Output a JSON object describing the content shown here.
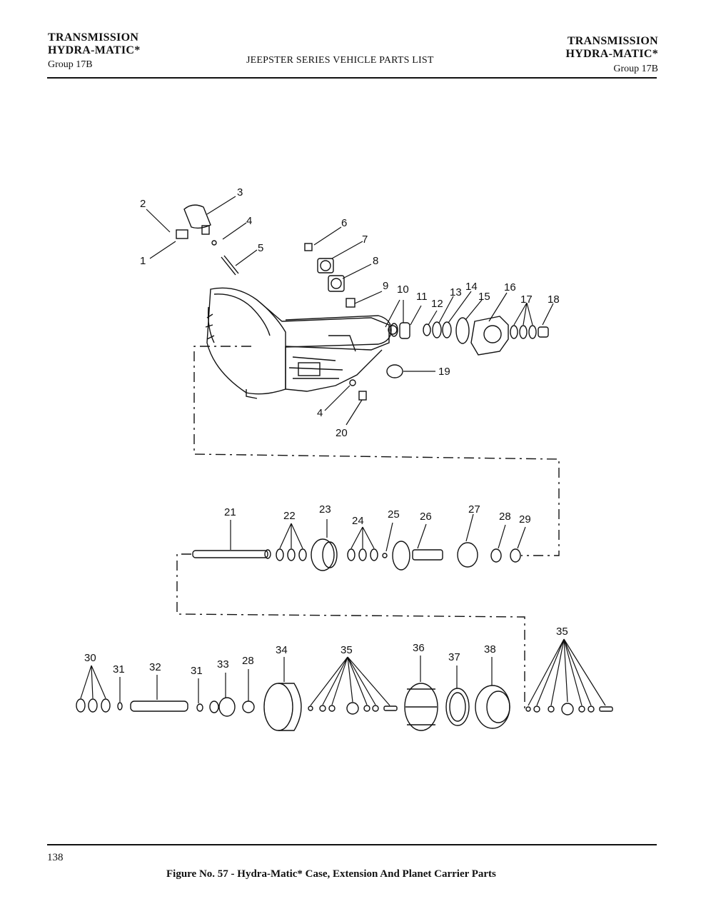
{
  "header": {
    "left": {
      "line1": "TRANSMISSION",
      "line2": "HYDRA-MATIC*",
      "line3": "Group 17B"
    },
    "center": "JEEPSTER SERIES VEHICLE PARTS LIST",
    "right": {
      "line1": "TRANSMISSION",
      "line2": "HYDRA-MATIC*",
      "line3": "Group 17B"
    }
  },
  "diagram": {
    "callouts": [
      "1",
      "2",
      "3",
      "4",
      "5",
      "6",
      "7",
      "8",
      "9",
      "10",
      "11",
      "12",
      "13",
      "14",
      "15",
      "16",
      "17",
      "18",
      "19",
      "4",
      "20",
      "21",
      "22",
      "23",
      "24",
      "25",
      "26",
      "27",
      "28",
      "29",
      "30",
      "31",
      "32",
      "31",
      "33",
      "28",
      "34",
      "35",
      "36",
      "37",
      "38",
      "35"
    ]
  },
  "footer": {
    "page_number": "138",
    "caption": "Figure No. 57 - Hydra-Matic* Case, Extension And Planet Carrier Parts"
  }
}
